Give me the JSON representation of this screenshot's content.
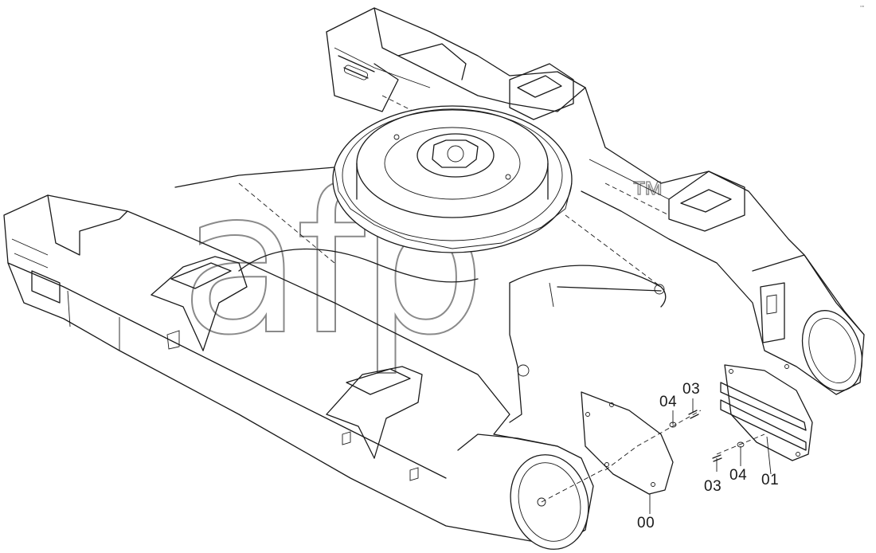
{
  "diagram": {
    "watermark": {
      "text": "afp",
      "mark": "™"
    },
    "callouts": [
      {
        "id": "c-00",
        "text": "00"
      },
      {
        "id": "c-01",
        "text": "01"
      },
      {
        "id": "c-03a",
        "text": "03"
      },
      {
        "id": "c-04a",
        "text": "04"
      },
      {
        "id": "c-03b",
        "text": "03"
      },
      {
        "id": "c-04b",
        "text": "04"
      }
    ],
    "corner_mark": "▫▫"
  }
}
